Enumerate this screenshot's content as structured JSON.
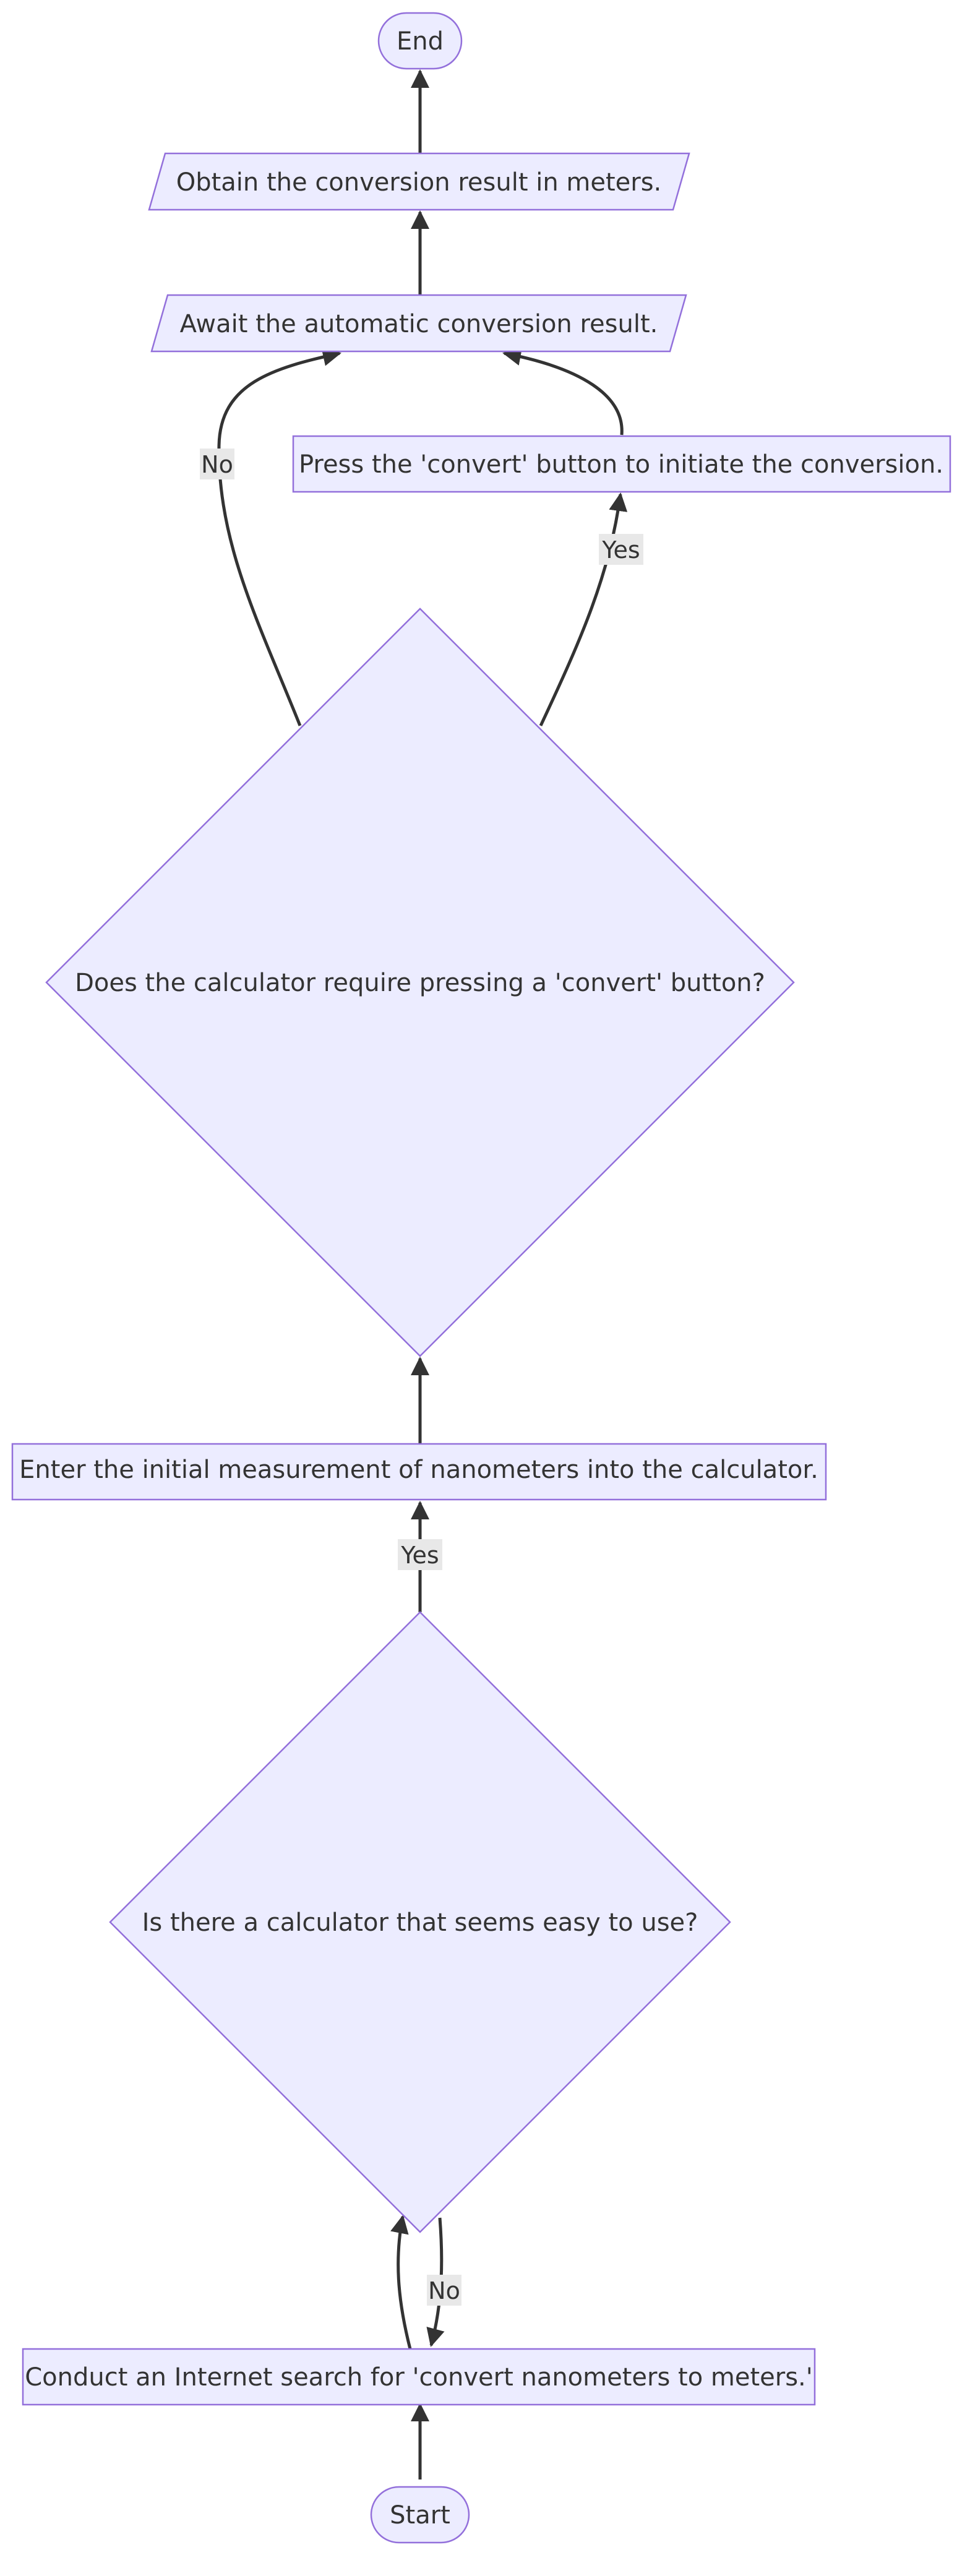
{
  "diagram": {
    "type": "flowchart",
    "direction": "bottom-to-top",
    "colors": {
      "node_fill": "#ECECFF",
      "node_stroke": "#9370DB",
      "edge": "#333333",
      "label_background": "#E8E8E8",
      "text": "#333333"
    },
    "nodes": {
      "start": {
        "label": "Start",
        "shape": "terminal"
      },
      "search": {
        "label": "Conduct an Internet search for 'convert nanometers to meters.'",
        "shape": "process"
      },
      "easy_calculator": {
        "label": "Is there a calculator that seems easy to use?",
        "shape": "decision"
      },
      "enter": {
        "label": "Enter the initial measurement of nanometers into the calculator.",
        "shape": "process"
      },
      "convert_required": {
        "label": "Does the calculator require pressing a 'convert' button?",
        "shape": "decision"
      },
      "press_convert": {
        "label": "Press the 'convert' button to initiate the conversion.",
        "shape": "process"
      },
      "await": {
        "label": "Await the automatic conversion result.",
        "shape": "input-output"
      },
      "obtain": {
        "label": "Obtain the conversion result in meters.",
        "shape": "input-output"
      },
      "end": {
        "label": "End",
        "shape": "terminal"
      }
    },
    "edges": [
      {
        "from": "start",
        "to": "search",
        "label": ""
      },
      {
        "from": "search",
        "to": "easy_calculator",
        "label": ""
      },
      {
        "from": "easy_calculator",
        "to": "search",
        "label": "No"
      },
      {
        "from": "easy_calculator",
        "to": "enter",
        "label": "Yes"
      },
      {
        "from": "enter",
        "to": "convert_required",
        "label": ""
      },
      {
        "from": "convert_required",
        "to": "press_convert",
        "label": "Yes"
      },
      {
        "from": "convert_required",
        "to": "await",
        "label": "No"
      },
      {
        "from": "press_convert",
        "to": "await",
        "label": ""
      },
      {
        "from": "await",
        "to": "obtain",
        "label": ""
      },
      {
        "from": "obtain",
        "to": "end",
        "label": ""
      }
    ]
  }
}
